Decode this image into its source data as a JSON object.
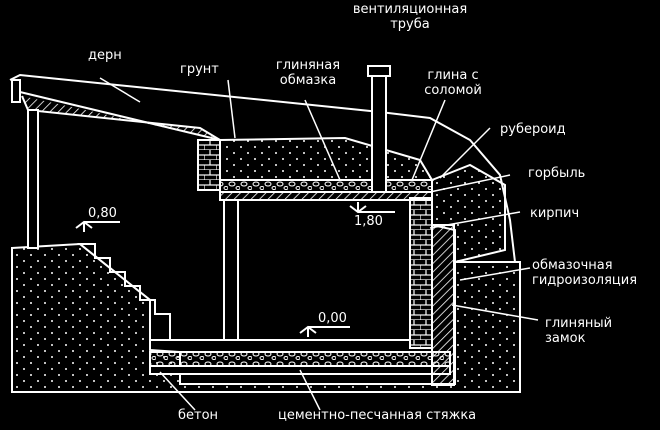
{
  "labels": {
    "ventilation_pipe": [
      "вентиляционная",
      "труба"
    ],
    "sod": "дерн",
    "soil": "грунт",
    "clay_coating": [
      "глиняная",
      "обмазка"
    ],
    "clay_with_straw": [
      "глина с",
      "соломой"
    ],
    "roofing_felt": "рубероид",
    "slab": "горбыль",
    "brick": "кирпич",
    "coating_waterproofing": [
      "обмазочная",
      "гидроизоляция"
    ],
    "clay_lock": [
      "глиняный",
      "замок"
    ],
    "concrete": "бетон",
    "cement_sand_screed": "цементно-песчанная стяжка"
  },
  "elevations": {
    "upper": "0,80",
    "ceiling": "1,80",
    "floor": "0,00"
  },
  "colors": {
    "background": "#000000",
    "lines": "#ffffff"
  }
}
